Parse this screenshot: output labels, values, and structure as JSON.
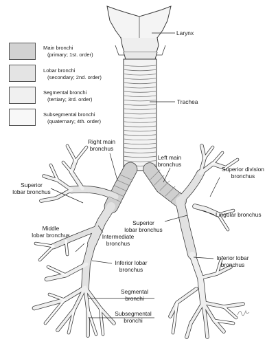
{
  "legend": [
    {
      "line1": "Main bronchi",
      "line2": "(primary; 1st. order)",
      "fill": "#d2d2d2"
    },
    {
      "line1": "Lobar bronchi",
      "line2": "(secondary; 2nd. order)",
      "fill": "#e4e4e4"
    },
    {
      "line1": "Segmental bronchi",
      "line2": "(tertiary; 3rd. order)",
      "fill": "#f0f0f0"
    },
    {
      "line1": "Subsegmental bronchi",
      "line2": "(quaternary; 4th. order)",
      "fill": "#f8f8f8"
    }
  ],
  "labels": {
    "larynx": "Larynx",
    "trachea": "Trachea",
    "right_main_1": "Right main",
    "right_main_2": "bronchus",
    "left_main_1": "Left main",
    "left_main_2": "bronchus",
    "sup_division_1": "Superior division",
    "sup_division_2": "bronchus",
    "sup_lobar_right_1": "Superior",
    "sup_lobar_right_2": "lobar bronchus",
    "lingular": "Lingular bronchus",
    "sup_lobar_left_1": "Superior",
    "sup_lobar_left_2": "lobar bronchus",
    "middle_lobar_1": "Middle",
    "middle_lobar_2": "lobar bronchus",
    "intermediate_1": "Intermediate",
    "intermediate_2": "bronchus",
    "inf_lobar_right_1": "Inferior lobar",
    "inf_lobar_right_2": "bronchus",
    "inf_lobar_left_1": "Inferior lobar",
    "inf_lobar_left_2": "bronchus",
    "segmental_1": "Segmental",
    "segmental_2": "bronchi",
    "subsegmental_1": "Subsegmental",
    "subsegmental_2": "bronchi"
  },
  "colors": {
    "outline": "#3a3a3a",
    "leader": "#222222",
    "main_bronchi": "#cfcfcf",
    "lobar": "#e2e2e2",
    "segmental": "#efefef",
    "subsegmental": "#fafafa"
  }
}
